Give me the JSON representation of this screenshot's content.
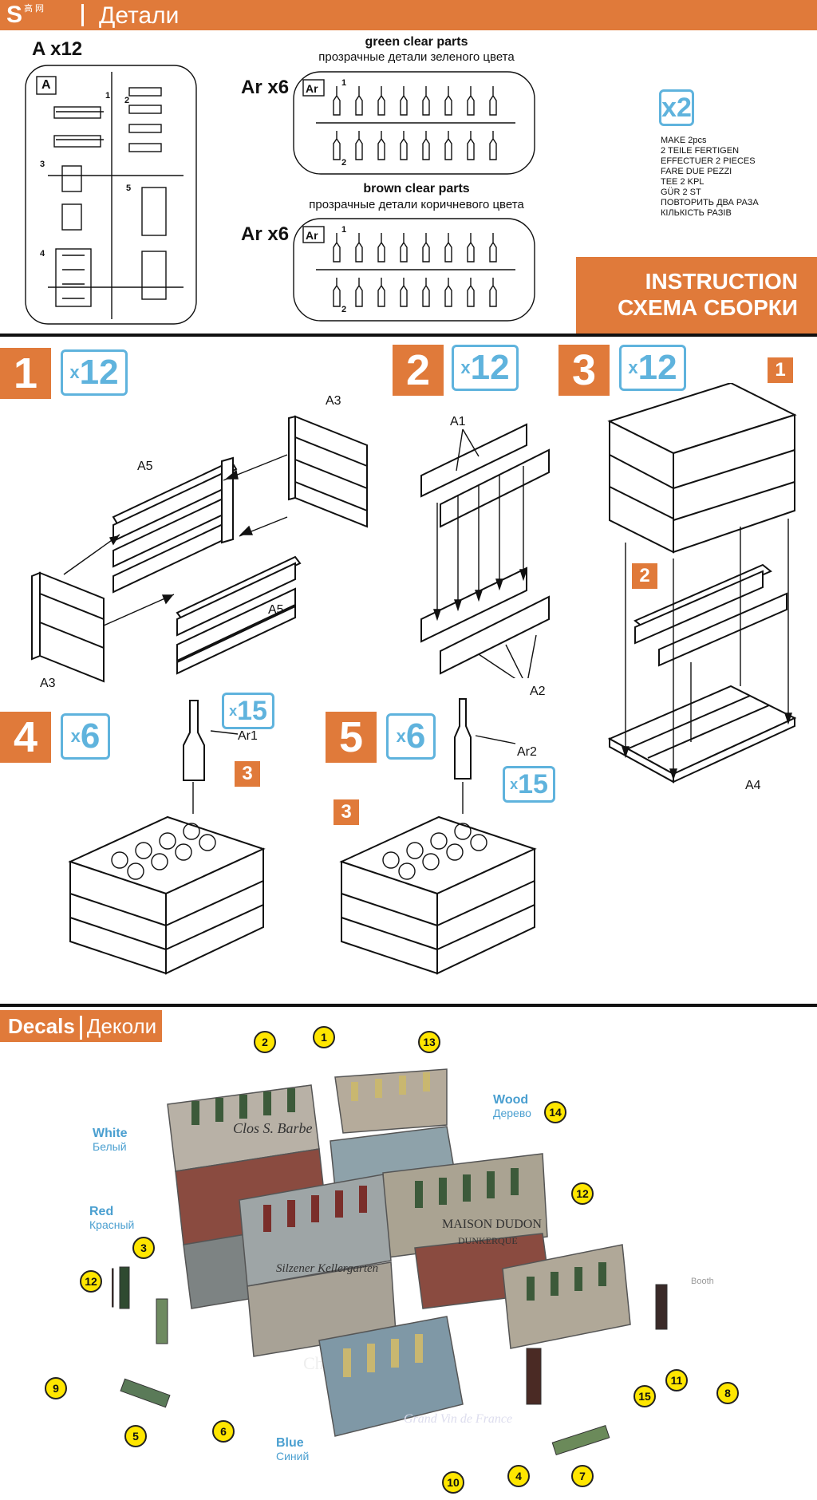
{
  "header": {
    "brand": "S",
    "title": "Детали",
    "watermark": "高 网"
  },
  "sprues": {
    "a": {
      "label": "A x12",
      "marker": "A",
      "numbers": [
        "1",
        "2",
        "3",
        "4",
        "5"
      ]
    },
    "ar_green": {
      "heading": "green clear parts",
      "subheading": "прозрачные детали зеленого цвета",
      "label": "Ar x6",
      "marker": "Ar",
      "numbers": [
        "1",
        "2"
      ]
    },
    "ar_brown": {
      "heading": "brown clear parts",
      "subheading": "прозрачные детали коричневого цвета",
      "label": "Ar x6",
      "marker": "Ar",
      "numbers": [
        "1",
        "2"
      ]
    }
  },
  "make": {
    "badge": "x2",
    "lines": [
      "MAKE 2pcs",
      "2 TEILE FERTIGEN",
      "EFFECTUER 2 PIECES",
      "FARE DUE PEZZI",
      "TEE 2 KPL",
      "GÜR 2 ST",
      "ПОВТОРИТЬ ДВА РАЗА",
      "КІЛЬКІСТЬ РАЗІВ"
    ]
  },
  "instruction": {
    "line1": "INSTRUCTION",
    "line2": "СХЕМА СБОРКИ"
  },
  "steps": [
    {
      "number": "1",
      "mult": "12",
      "labels": [
        "A3",
        "A5",
        "A5",
        "A3"
      ]
    },
    {
      "number": "2",
      "mult": "12",
      "labels": [
        "A1",
        "A2"
      ]
    },
    {
      "number": "3",
      "mult": "12",
      "labels": [
        "1",
        "2",
        "A4"
      ]
    },
    {
      "number": "4",
      "mult": "6",
      "labels": [
        "Ar1",
        "3"
      ],
      "bottles": "15"
    },
    {
      "number": "5",
      "mult": "6",
      "labels": [
        "Ar2",
        "3"
      ],
      "bottles": "15"
    }
  ],
  "decals": {
    "title": "Decals",
    "title_ru": "Деколи",
    "colors": [
      {
        "en": "White",
        "ru": "Белый"
      },
      {
        "en": "Red",
        "ru": "Красный"
      },
      {
        "en": "Wood",
        "ru": "Дерево"
      },
      {
        "en": "Blue",
        "ru": "Синий"
      }
    ],
    "callouts": [
      "2",
      "1",
      "13",
      "14",
      "12",
      "3",
      "12",
      "9",
      "5",
      "6",
      "10",
      "4",
      "7",
      "15",
      "11",
      "8"
    ],
    "booth": "Booth",
    "crate_texts": [
      "Clos S. Barbe",
      "MAISON DUDON",
      "DUNKERQUE",
      "Silzener Kellergarten",
      "Grand Vin de France",
      "Ch"
    ]
  },
  "colors": {
    "accent": "#e07a3a",
    "badge_blue": "#5fb3dd",
    "callout": "#ffe600"
  }
}
